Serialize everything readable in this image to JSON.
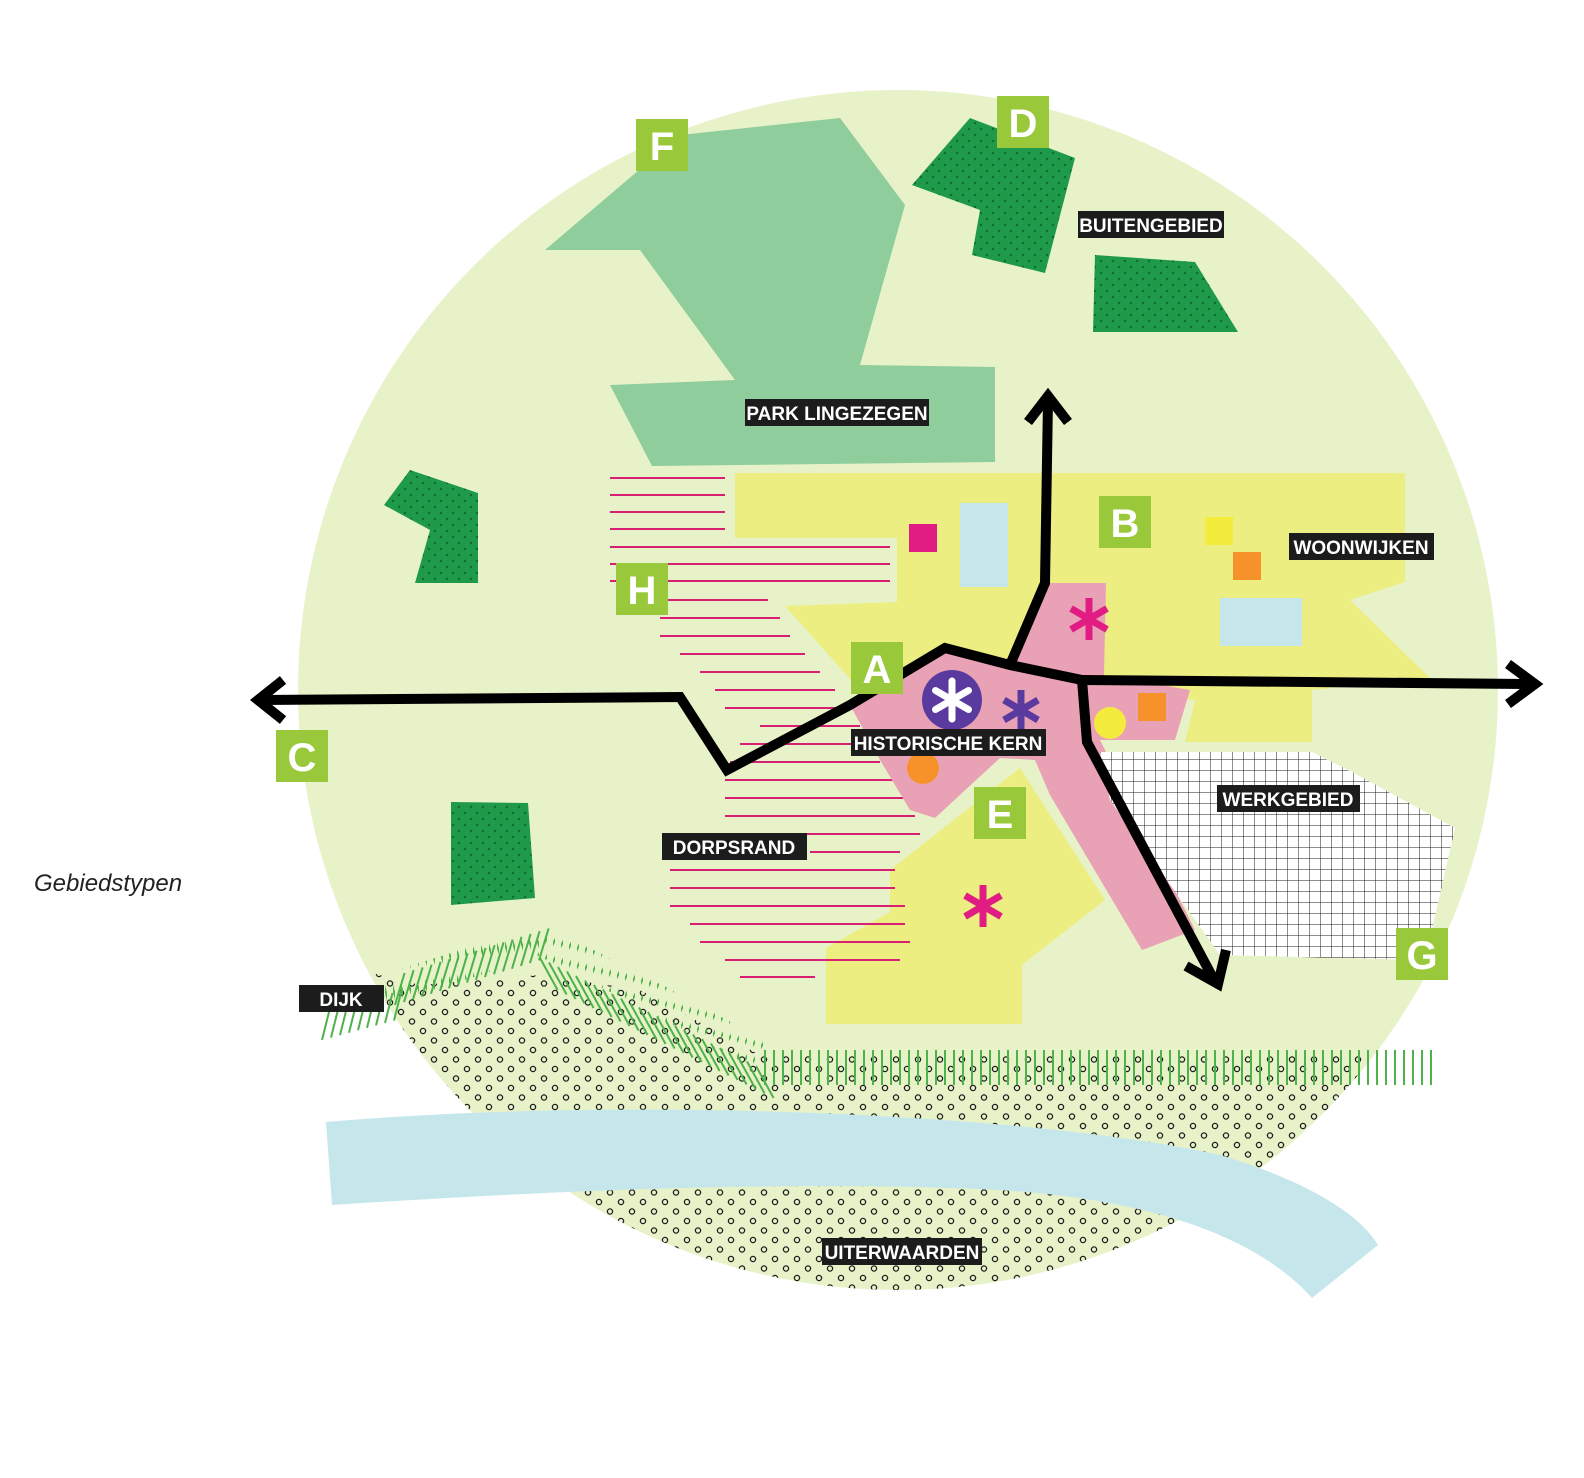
{
  "caption": "Gebiedstypen",
  "labels": {
    "buitengebied": "BUITENGEBIED",
    "park": "PARK LINGEZEGEN",
    "woonwijken": "WOONWIJKEN",
    "historische_kern": "HISTORISCHE KERN",
    "werkgebied": "WERKGEBIED",
    "dorpsrand": "DORPSRAND",
    "dijk": "DIJK",
    "uiterwaarden": "UITERWAARDEN"
  },
  "letters": {
    "a": "A",
    "b": "B",
    "c": "C",
    "d": "D",
    "e": "E",
    "f": "F",
    "g": "G",
    "h": "H"
  },
  "colors": {
    "base_circle": "#e8f2c9",
    "forest": "#1f9a4a",
    "park": "#8fce9c",
    "residential": "#ecee82",
    "historic_core": "#e9a1b5",
    "hatch_line": "#d81f73",
    "water": "#c5e7ec",
    "work_grid": "#1c1c1c",
    "label_bg": "#1c1c1c",
    "letter_bg": "#99c93a",
    "route": "#000000",
    "magenta": "#e11d84",
    "purple": "#5b3aa0",
    "orange": "#f7922a",
    "yellow": "#f4ec3c",
    "dyke_green": "#4db24a"
  }
}
